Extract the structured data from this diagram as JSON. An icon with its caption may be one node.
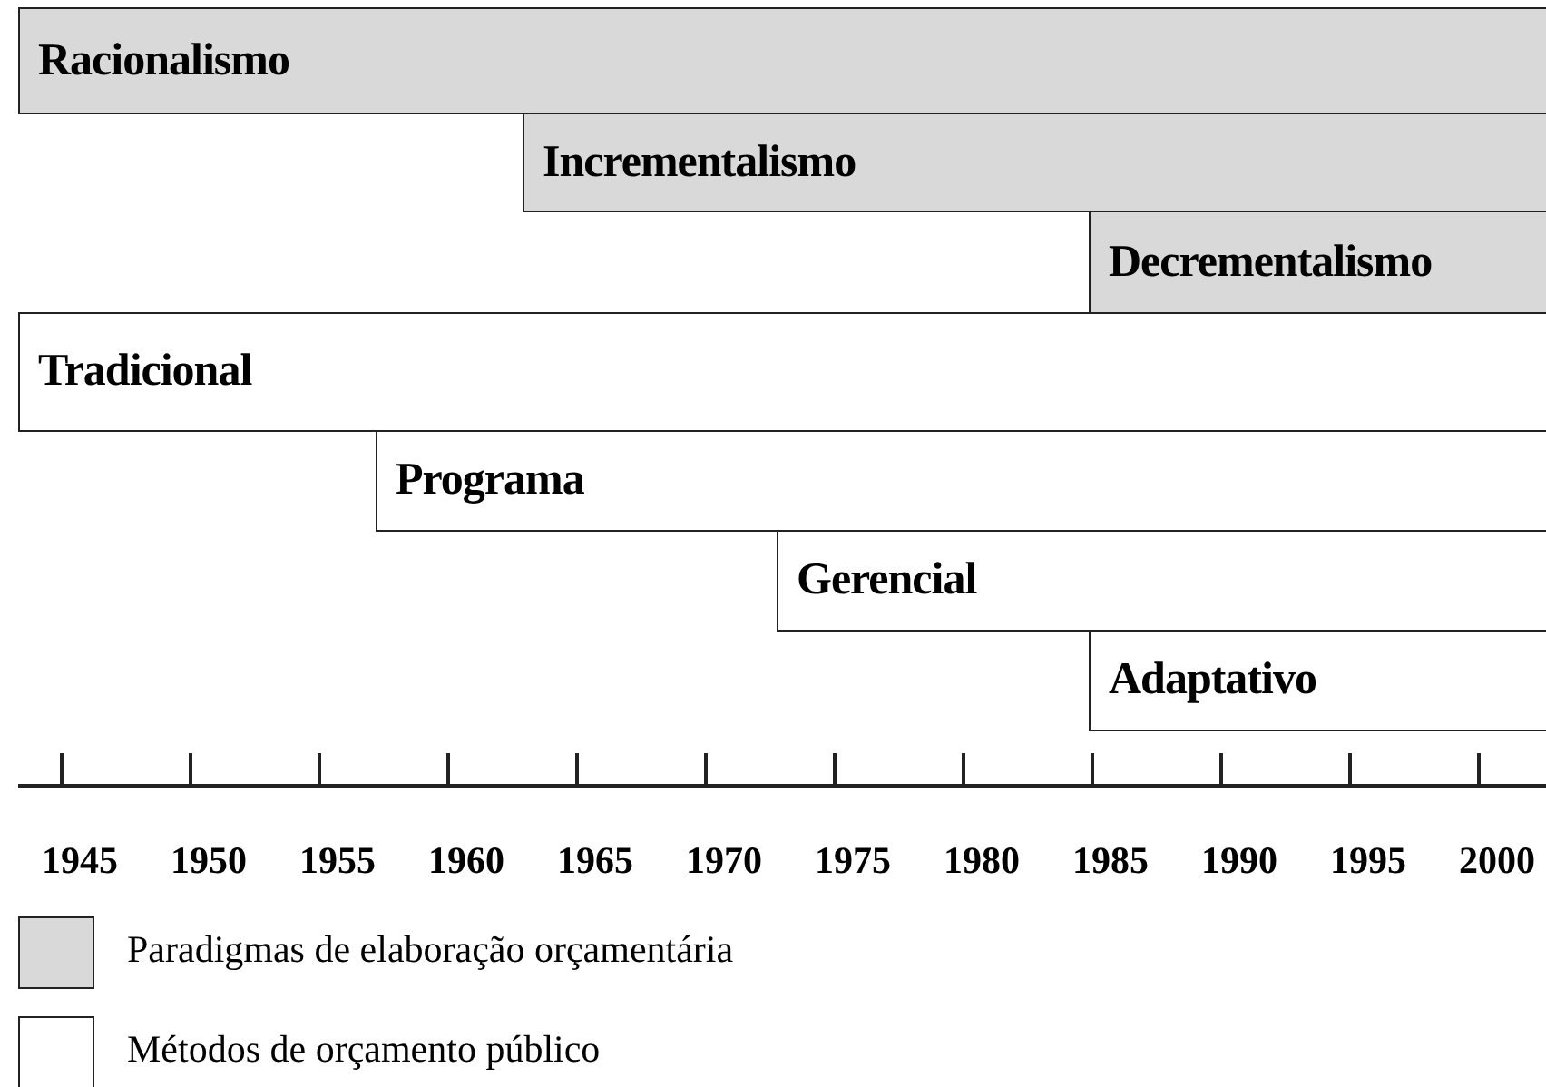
{
  "diagram": {
    "nodes": [
      {
        "text": [
          "Racionalismo"
        ]
      },
      {
        "text": [
          "Incrementalismo"
        ]
      },
      {
        "text": [
          "Decrementalismo"
        ]
      },
      {
        "text": [
          "Tradicional"
        ]
      },
      {
        "text": [
          "Programa"
        ]
      },
      {
        "text": [
          "Gerencial"
        ]
      },
      {
        "text": [
          "Adaptativo"
        ]
      }
    ],
    "edges": [],
    "labels": [
      "1945",
      "1950",
      "1955",
      "1960",
      "1965",
      "1970",
      "1975",
      "1980",
      "1985",
      "1990",
      "1995",
      "2000"
    ],
    "legend": [
      {
        "text": "Paradigmas de elaboração orçamentária",
        "color": "#d9d9d9"
      },
      {
        "text": "Métodos de orçamento público",
        "color": "#ffffff"
      }
    ]
  }
}
